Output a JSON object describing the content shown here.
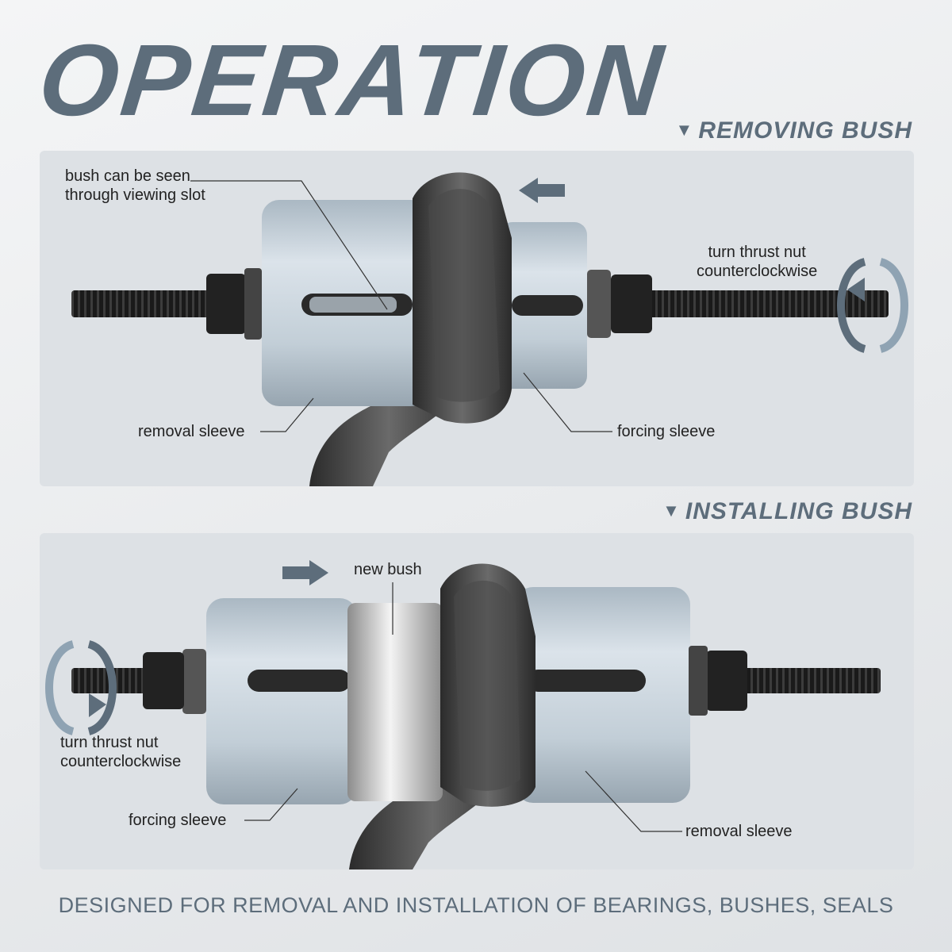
{
  "title": "OPERATION",
  "sections": {
    "removing": {
      "heading": "REMOVING BUSH",
      "labels": {
        "viewing_slot": "bush can be seen\nthrough viewing slot",
        "thrust_nut": "turn thrust nut\ncounterclockwise",
        "removal_sleeve": "removal sleeve",
        "forcing_sleeve": "forcing sleeve"
      }
    },
    "installing": {
      "heading": "INSTALLING BUSH",
      "labels": {
        "new_bush": "new bush",
        "thrust_nut": "turn thrust nut\ncounterclockwise",
        "forcing_sleeve": "forcing sleeve",
        "removal_sleeve": "removal sleeve"
      }
    }
  },
  "footer": "DESIGNED FOR REMOVAL AND INSTALLATION OF BEARINGS, BUSHES, SEALS",
  "colors": {
    "accent": "#5d6d7b",
    "panel": "#dde1e5",
    "sleeve": "#c4d0d9",
    "rod": "#1e1e1e"
  }
}
